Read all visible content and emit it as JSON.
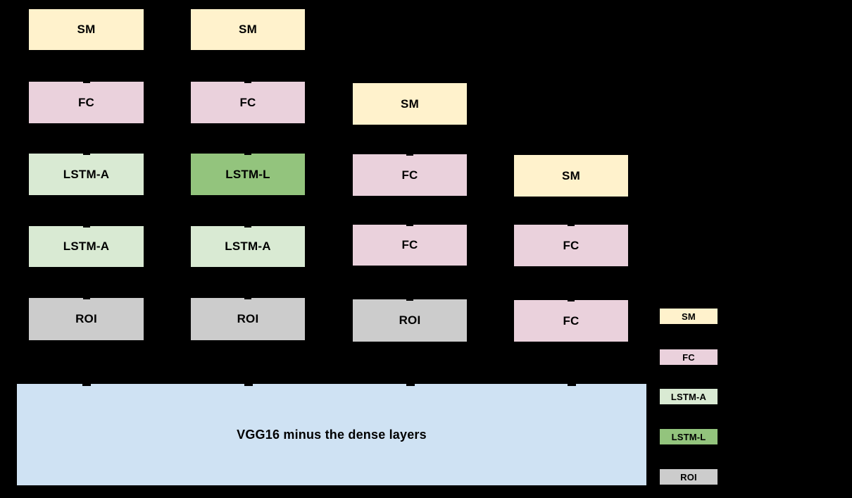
{
  "diagram": {
    "background_color": "#000000",
    "colors": {
      "sm": "#FFF2CC",
      "fc": "#EAD1DC",
      "lstm_a": "#D9EAD3",
      "lstm_l": "#93C47D",
      "roi": "#CCCCCC",
      "vgg": "#CFE2F3",
      "border": "#000000",
      "text": "#000000"
    },
    "columns": [
      {
        "boxes": [
          {
            "label": "SM"
          },
          {
            "label": "FC"
          },
          {
            "label": "LSTM-A"
          },
          {
            "label": "LSTM-A"
          },
          {
            "label": "ROI"
          }
        ]
      },
      {
        "boxes": [
          {
            "label": "SM"
          },
          {
            "label": "FC"
          },
          {
            "label": "LSTM-L"
          },
          {
            "label": "LSTM-A"
          },
          {
            "label": "ROI"
          }
        ]
      },
      {
        "boxes": [
          {
            "label": "SM"
          },
          {
            "label": "FC"
          },
          {
            "label": "FC"
          },
          {
            "label": "ROI"
          }
        ]
      },
      {
        "boxes": [
          {
            "label": "SM"
          },
          {
            "label": "FC"
          },
          {
            "label": "FC"
          }
        ]
      }
    ],
    "backbone": {
      "label": "VGG16 minus the dense layers"
    },
    "legend": {
      "items": [
        {
          "label": "SM"
        },
        {
          "label": "FC"
        },
        {
          "label": "LSTM-A"
        },
        {
          "label": "LSTM-L"
        },
        {
          "label": "ROI"
        }
      ]
    }
  }
}
